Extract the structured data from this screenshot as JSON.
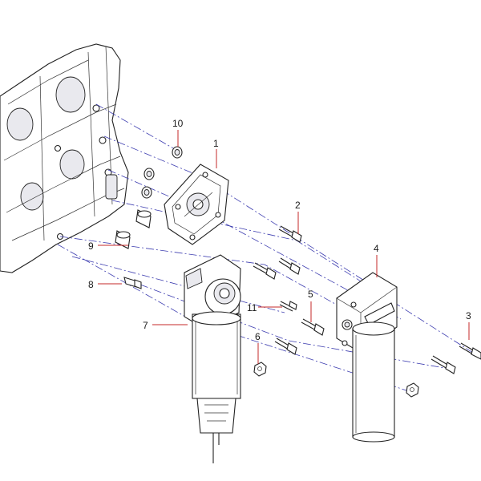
{
  "diagram": {
    "callouts": [
      {
        "id": "c1",
        "text": "1"
      },
      {
        "id": "c2",
        "text": "2"
      },
      {
        "id": "c3",
        "text": "3"
      },
      {
        "id": "c4",
        "text": "4"
      },
      {
        "id": "c5",
        "text": "5"
      },
      {
        "id": "c6",
        "text": "6"
      },
      {
        "id": "c7",
        "text": "7"
      },
      {
        "id": "c8",
        "text": "8"
      },
      {
        "id": "c9",
        "text": "9"
      },
      {
        "id": "c10",
        "text": "10"
      },
      {
        "id": "c11",
        "text": "11"
      }
    ],
    "colors": {
      "line": "#222222",
      "centerline": "#3d3db0",
      "leader": "#c62828"
    }
  }
}
